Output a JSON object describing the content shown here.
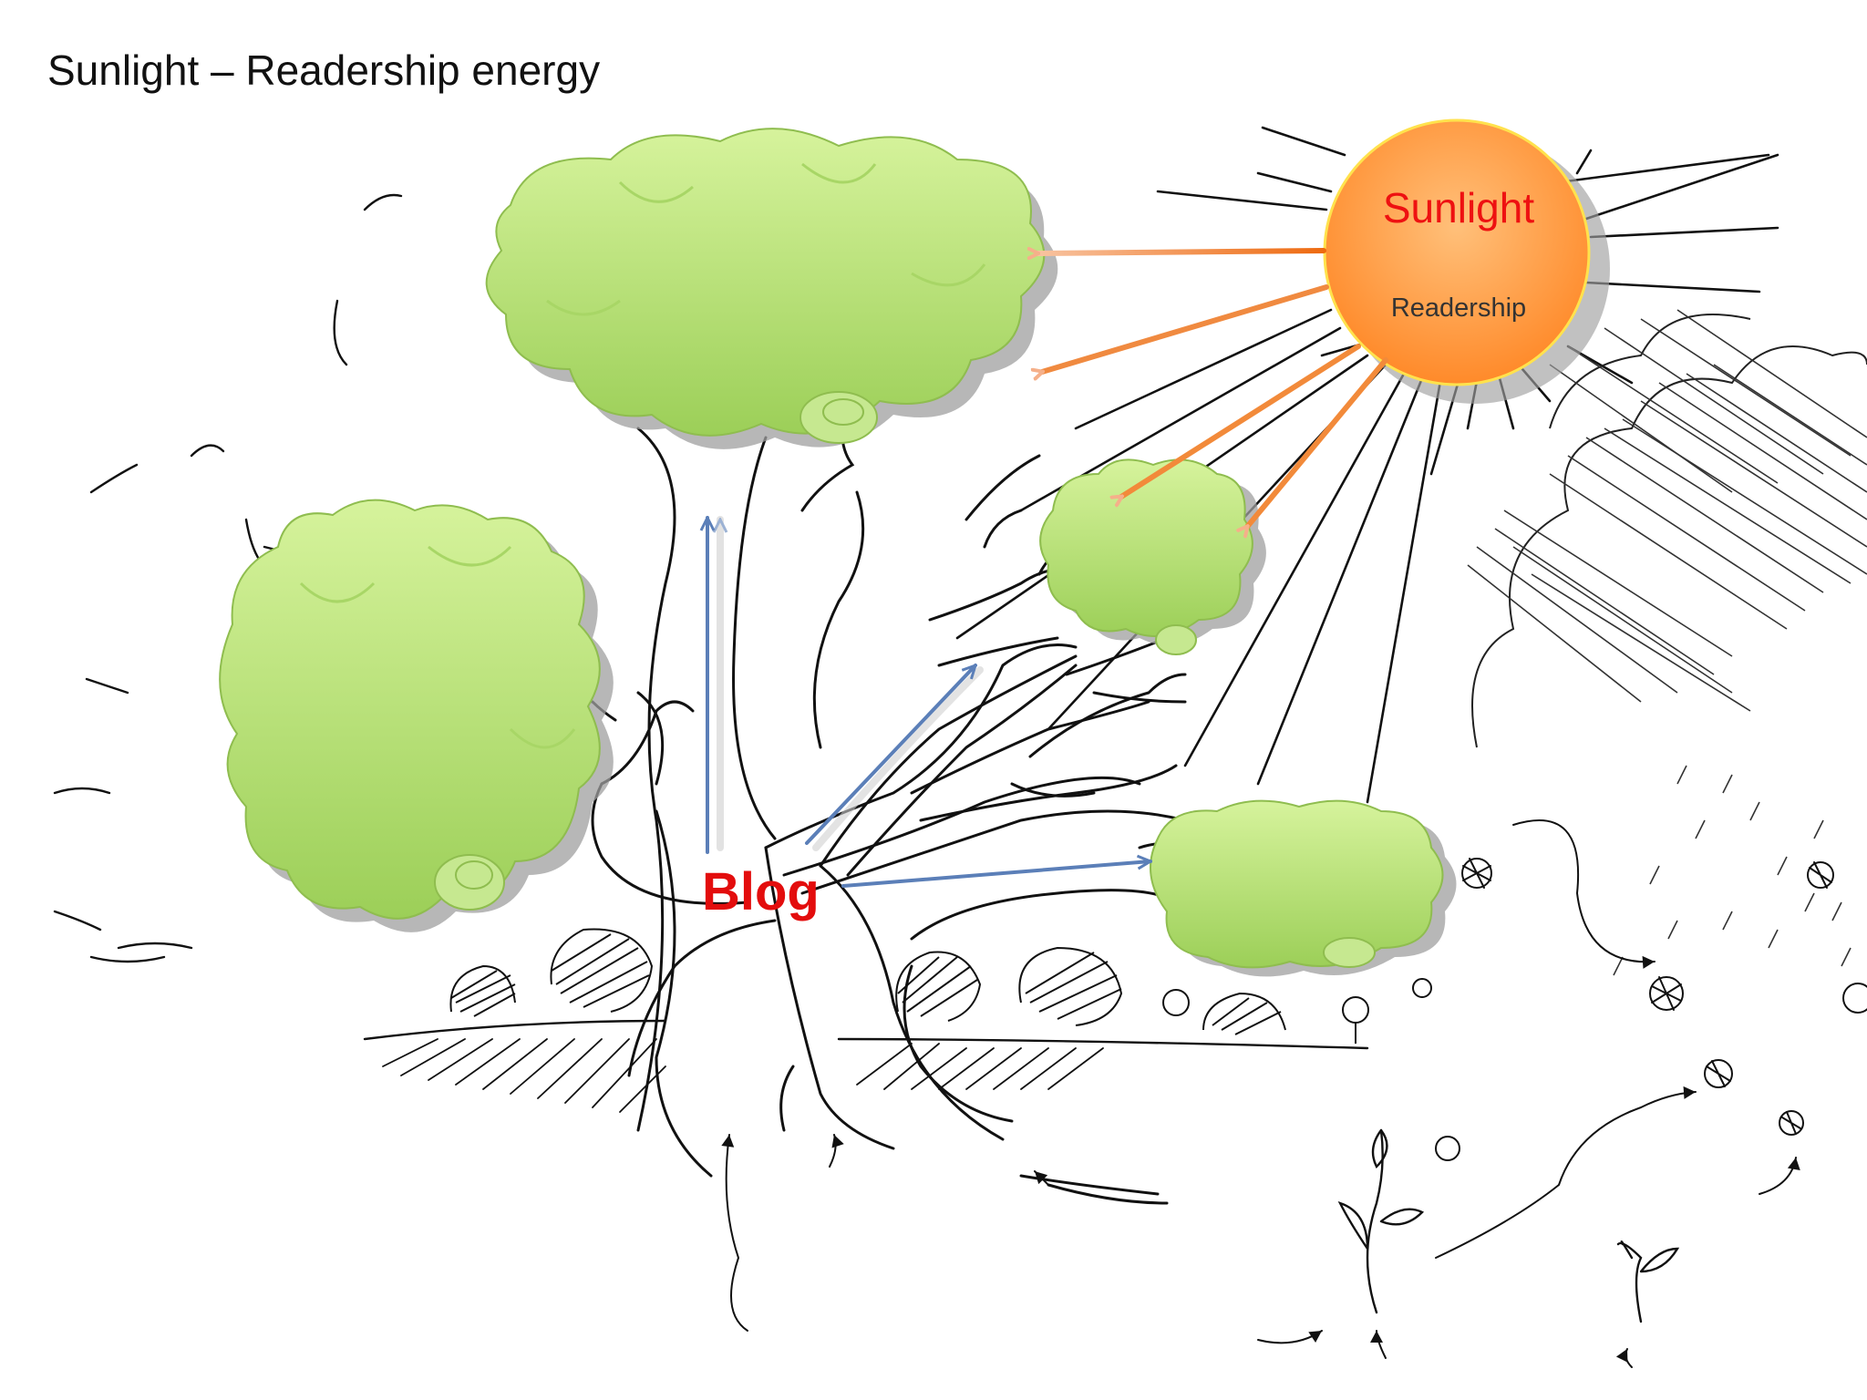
{
  "title": "Sunlight – Readership energy",
  "sun": {
    "label": "Sunlight",
    "sublabel": "Readership",
    "fill_color": "#ffa24d",
    "ray_color": "#f07a1e"
  },
  "trunk_label": "Blog",
  "colors": {
    "canopy": "#b6e07a",
    "canopy_shadow": "#9f9f9f",
    "sketch": "#111111",
    "growth_arrow": "#5b7fb8",
    "label_red": "#e30d0d"
  },
  "canopies": [
    "canopy-top",
    "canopy-left",
    "canopy-middle-right",
    "canopy-lower-right"
  ],
  "icons": [
    "sun-icon",
    "growth-arrow-icon",
    "rain-cloud-icon",
    "seedling-icon",
    "dandelion-icon"
  ]
}
